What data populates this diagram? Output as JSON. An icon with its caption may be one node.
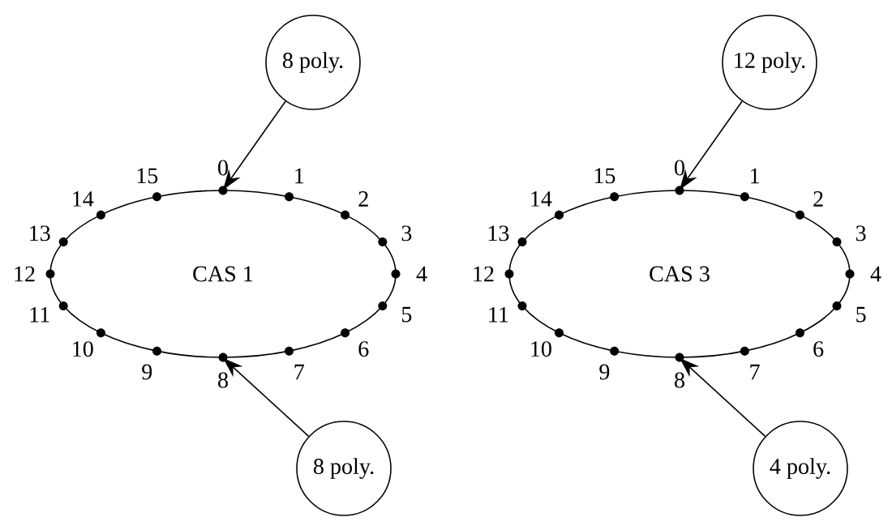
{
  "diagram": {
    "nodes": [
      {
        "text": [
          "CAS 1"
        ]
      },
      {
        "text": [
          "8 poly."
        ]
      },
      {
        "text": [
          "8 poly."
        ]
      },
      {
        "text": [
          "CAS 3"
        ]
      },
      {
        "text": [
          "12 poly."
        ]
      },
      {
        "text": [
          "4 poly."
        ]
      }
    ],
    "edges": [
      {
        "from": 1,
        "to": 0,
        "arrow": "to"
      },
      {
        "from": 2,
        "to": 0,
        "arrow": "to"
      },
      {
        "from": 4,
        "to": 3,
        "arrow": "to"
      },
      {
        "from": 5,
        "to": 3,
        "arrow": "to"
      }
    ],
    "labels": [
      "0",
      "1",
      "2",
      "3",
      "4",
      "5",
      "6",
      "7",
      "8",
      "9",
      "10",
      "11",
      "12",
      "13",
      "14",
      "15",
      "0",
      "1",
      "2",
      "3",
      "4",
      "5",
      "6",
      "7",
      "8",
      "9",
      "10",
      "11",
      "12",
      "13",
      "14",
      "15"
    ]
  }
}
